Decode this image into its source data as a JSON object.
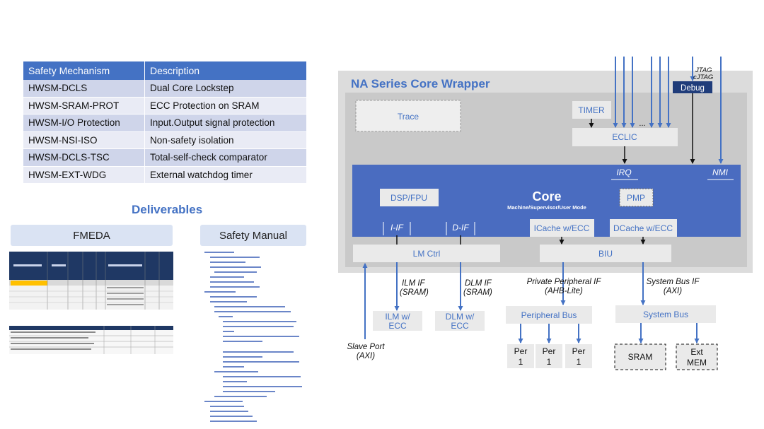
{
  "table": {
    "headers": [
      "Safety Mechanism",
      "Description"
    ],
    "rows": [
      [
        "HWSM-DCLS",
        "Dual Core Lockstep"
      ],
      [
        "HWSM-SRAM-PROT",
        "ECC Protection on SRAM"
      ],
      [
        "HWSM-I/O Protection",
        "Input.Output signal protection"
      ],
      [
        "HWSM-NSI-ISO",
        "Non-safety isolation"
      ],
      [
        "HWSM-DCLS-TSC",
        "Total-self-check comparator"
      ],
      [
        "HWSM-EXT-WDG",
        "External watchdog timer"
      ]
    ]
  },
  "deliverables": {
    "title": "Deliverables",
    "fmeda_label": "FMEDA",
    "safety_manual_label": "Safety Manual"
  },
  "diagram": {
    "wrapper_title": "NA Series Core Wrapper",
    "trace": "Trace",
    "timer": "TIMER",
    "eclic": "ECLIC",
    "ellipsis": "...",
    "debug": "Debug",
    "jtag": "JTAG",
    "cjtag": "cJTAG",
    "irq": "IRQ",
    "nmi": "NMI",
    "core_title": "Core",
    "core_subtitle": "Machine/Supervisor/User Mode",
    "dsp_fpu": "DSP/FPU",
    "pmp": "PMP",
    "i_if": "I-IF",
    "d_if": "D-IF",
    "icache": "ICache w/ECC",
    "dcache": "DCache w/ECC",
    "lm_ctrl": "LM Ctrl",
    "biu": "BIU",
    "ilm_if_1": "ILM IF",
    "ilm_if_2": "(SRAM)",
    "dlm_if_1": "DLM IF",
    "dlm_if_2": "(SRAM)",
    "ppif_1": "Private Peripheral IF",
    "ppif_2": "(AHB-Lite)",
    "sysbus_if_1": "System Bus IF",
    "sysbus_if_2": "(AXI)",
    "ilm_ecc_1": "ILM w/",
    "ilm_ecc_2": "ECC",
    "dlm_ecc_1": "DLM w/",
    "dlm_ecc_2": "ECC",
    "peripheral_bus": "Peripheral Bus",
    "system_bus": "System Bus",
    "per": "Per",
    "per_num": "1",
    "slave_port_1": "Slave Port",
    "slave_port_2": "(AXI)",
    "sram": "SRAM",
    "ext_mem_1": "Ext",
    "ext_mem_2": "MEM"
  },
  "colors": {
    "blue": "#4472c4",
    "core_blue": "#4a6cc0",
    "wrapper_gray": "#c9c9c9",
    "light_box": "#eaeaea"
  }
}
